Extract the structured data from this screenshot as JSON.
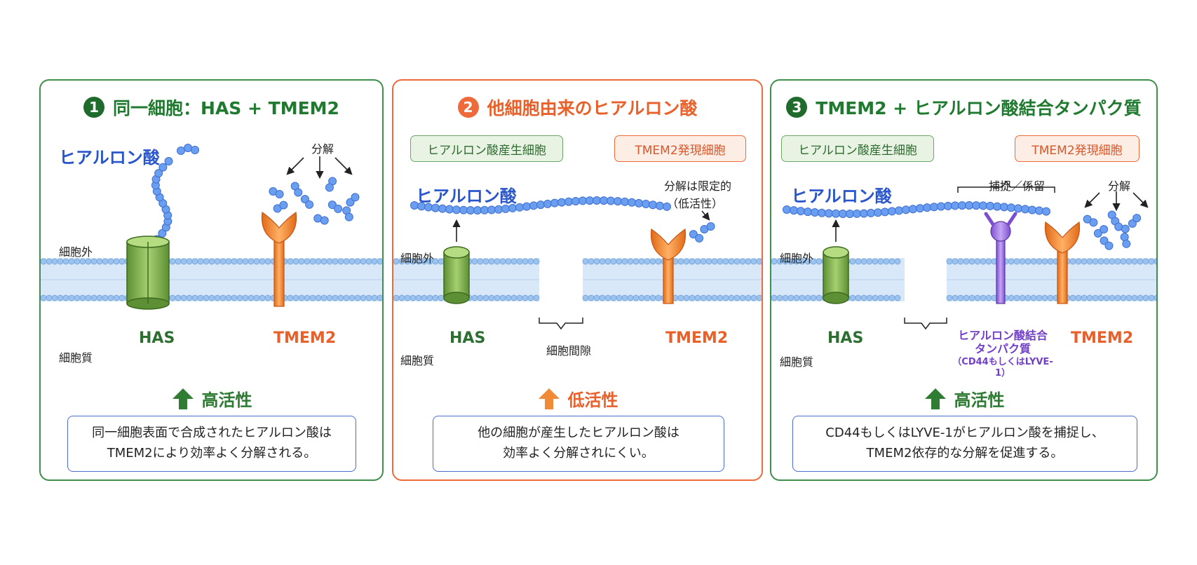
{
  "colors": {
    "green_border": "#3f8f4a",
    "orange_border": "#ee6a3a",
    "hyaluronan_blue": "#6a9ef0",
    "membrane_blue": "#9cc3ee",
    "has_green": "#8dbb58",
    "tmem2_orange": "#f08a36",
    "binding_protein_purple": "#9a6ee0"
  },
  "panels": [
    {
      "number": "1",
      "title": "同一細胞：HAS + TMEM2",
      "hyaluronan_label": "ヒアルロン酸",
      "extracellular": "細胞外",
      "cytoplasm": "細胞質",
      "degradation": "分解",
      "has_label": "HAS",
      "tmem2_label": "TMEM2",
      "activity": "高活性",
      "activity_direction": "up",
      "description": [
        "同一細胞表面で合成されたヒアルロン酸は",
        "TMEM2により効率よく分解される。"
      ]
    },
    {
      "number": "2",
      "title": "他細胞由来のヒアルロン酸",
      "producing_cell": "ヒアルロン酸産生細胞",
      "expressing_cell": "TMEM2発現細胞",
      "hyaluronan_label": "ヒアルロン酸",
      "extracellular": "細胞外",
      "cytoplasm": "細胞質",
      "degradation_note": [
        "分解は限定的",
        "（低活性）"
      ],
      "gap_label": "細胞間隙",
      "has_label": "HAS",
      "tmem2_label": "TMEM2",
      "activity": "低活性",
      "activity_direction": "up",
      "description": [
        "他の細胞が産生したヒアルロン酸は",
        "効率よく分解されにくい。"
      ]
    },
    {
      "number": "3",
      "title": "TMEM2 + ヒアルロン酸結合タンパク質",
      "producing_cell": "ヒアルロン酸産生細胞",
      "expressing_cell": "TMEM2発現細胞",
      "hyaluronan_label": "ヒアルロン酸",
      "extracellular": "細胞外",
      "cytoplasm": "細胞質",
      "capture_label": "捕捉／係留",
      "degradation": "分解",
      "has_label": "HAS",
      "tmem2_label": "TMEM2",
      "binding_protein_label": [
        "ヒアルロン酸結合",
        "タンパク質"
      ],
      "binding_protein_examples": "（CD44もしくはLYVE-1）",
      "activity": "高活性",
      "activity_direction": "up",
      "description": [
        "CD44もしくはLYVE-1がヒアルロン酸を捕捉し、",
        "TMEM2依存的な分解を促進する。"
      ]
    }
  ]
}
